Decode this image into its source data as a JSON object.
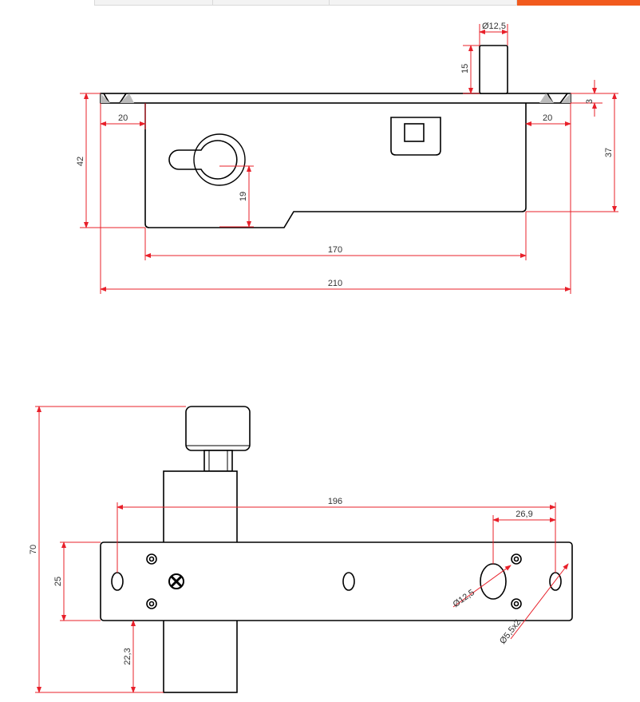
{
  "top_bar": {
    "accent_color": "#f25a1d"
  },
  "colors": {
    "dimension_line": "#e8202a",
    "outline": "#000000",
    "text": "#333333"
  },
  "front_view": {
    "dims": {
      "pin_diameter": "Ø12,5",
      "pin_height": "15",
      "plate_thickness": "3",
      "edge_left": "20",
      "edge_right": "20",
      "overall_height": "42",
      "body_height": "37",
      "slot_offset": "19",
      "body_length": "170",
      "overall_length": "210"
    }
  },
  "bottom_view": {
    "dims": {
      "overall_height": "70",
      "hole_spacing": "196",
      "hole_offset": "26,9",
      "plate_width": "25",
      "bolt_offset": "22,3",
      "center_hole": "Ø12,5",
      "mount_hole": "Ø5,5x2"
    }
  }
}
